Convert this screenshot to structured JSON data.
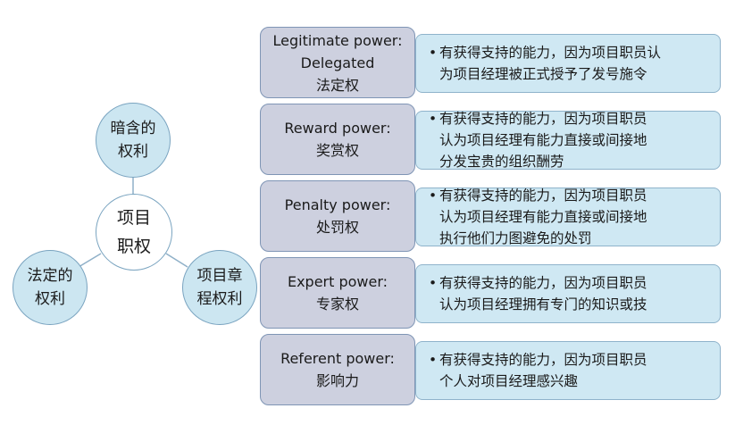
{
  "hub": {
    "center": [
      "项目",
      "职权"
    ],
    "satellites": [
      {
        "id": "implicit",
        "lines": [
          "暗含的",
          "权利"
        ]
      },
      {
        "id": "legal",
        "lines": [
          "法定的",
          "权利"
        ]
      },
      {
        "id": "charter",
        "lines": [
          "项目章",
          "程权利"
        ]
      }
    ]
  },
  "powers": [
    {
      "en": "Legitimate power:",
      "en2": "Delegated",
      "zh": "法定权",
      "bullet": "•",
      "desc": [
        "有获得支持的能力，因为项目职员认",
        "为项目经理被正式授予了发号施令"
      ]
    },
    {
      "en": "Reward power:",
      "en2": "",
      "zh": "奖赏权",
      "bullet": "•",
      "desc": [
        "有获得支持的能力，因为项目职员",
        "认为项目经理有能力直接或间接地",
        "分发宝贵的组织酬劳"
      ]
    },
    {
      "en": "Penalty power:",
      "en2": "",
      "zh": "处罚权",
      "bullet": "•",
      "desc": [
        "有获得支持的能力，因为项目职员",
        "认为项目经理有能力直接或间接地",
        "执行他们力图避免的处罚"
      ]
    },
    {
      "en": "Expert power:",
      "en2": "",
      "zh": "专家权",
      "bullet": "•",
      "desc": [
        "有获得支持的能力，因为项目职员",
        "认为项目经理拥有专门的知识或技"
      ]
    },
    {
      "en": "Referent power:",
      "en2": "",
      "zh": "影响力",
      "bullet": "•",
      "desc": [
        "有获得支持的能力，因为项目职员",
        "个人对项目经理感兴趣"
      ]
    }
  ]
}
